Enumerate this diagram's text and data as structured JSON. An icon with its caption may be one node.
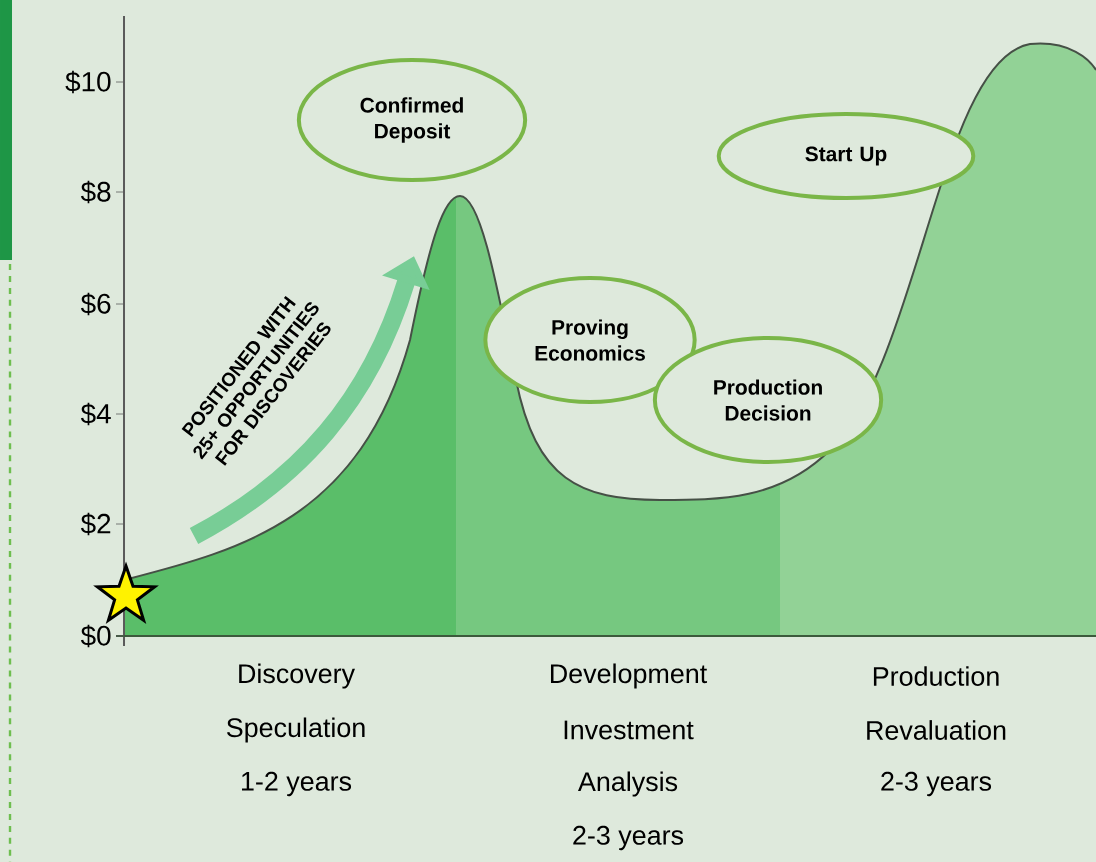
{
  "diagram": {
    "nodes": [
      {
        "text": [
          "Confirmed Deposit"
        ]
      },
      {
        "text": [
          "Start Up"
        ]
      },
      {
        "text": [
          "Proving Economics"
        ]
      },
      {
        "text": [
          "Production Decision"
        ]
      }
    ],
    "labels": [
      "$10",
      "$8",
      "$6",
      "$4",
      "$2",
      "$0",
      "POSITIONED WITH 25+ OPPORTUNITIES FOR DISCOVERIES",
      "Discovery",
      "Speculation",
      "1-2 years",
      "Development",
      "Investment",
      "Analysis",
      "2-3 years",
      "Production",
      "Revaluation",
      "2-3 years"
    ]
  }
}
